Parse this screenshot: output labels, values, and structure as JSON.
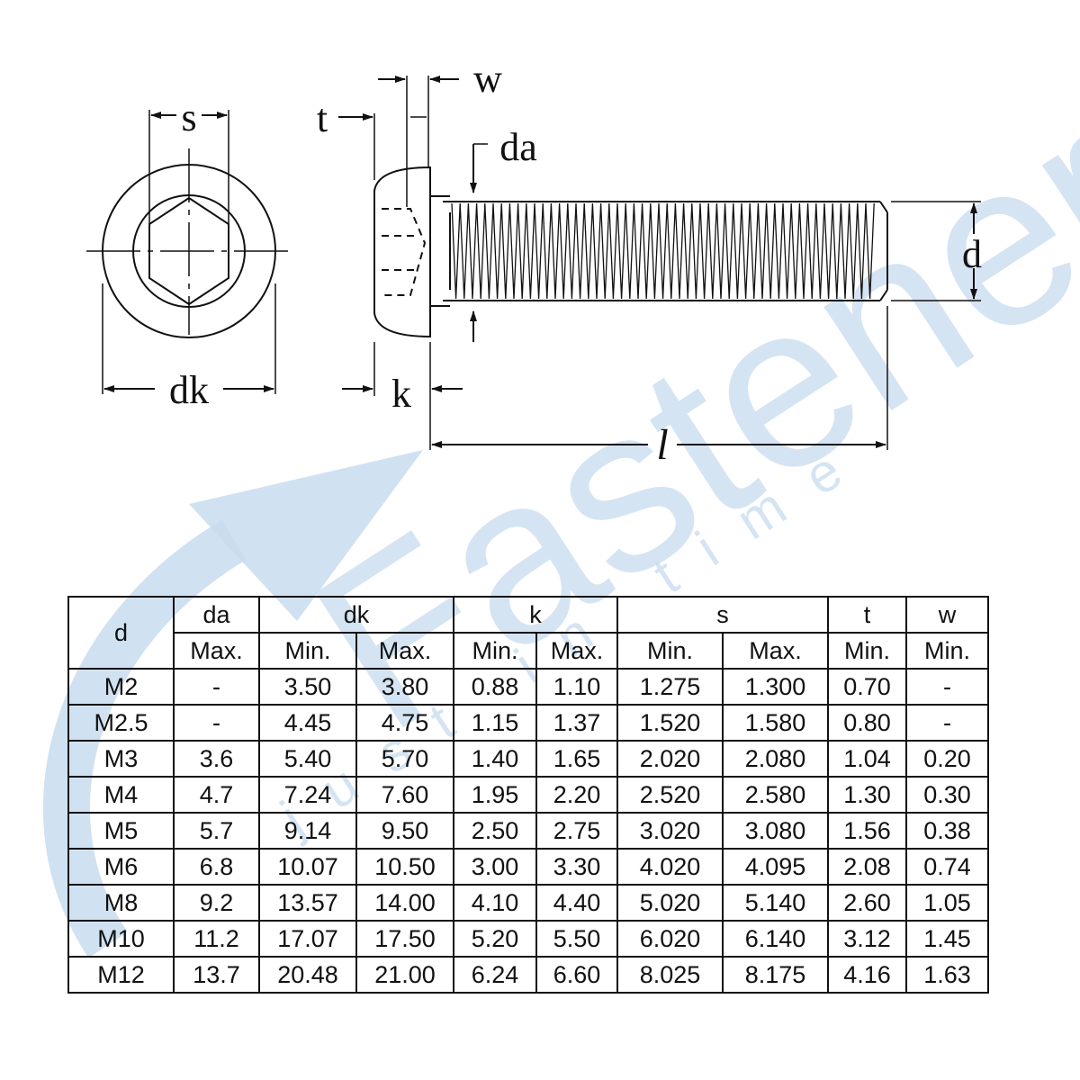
{
  "diagram": {
    "labels": {
      "s": "s",
      "dk": "dk",
      "t": "t",
      "w": "w",
      "da": "da",
      "k": "k",
      "d": "d",
      "l": "l"
    }
  },
  "watermark": {
    "brand": "Fastener",
    "tagline": "just in time",
    "color": "#bcd4ea"
  },
  "table": {
    "row_header": "d",
    "groups": [
      {
        "name": "da",
        "subs": [
          "Max."
        ]
      },
      {
        "name": "dk",
        "subs": [
          "Min.",
          "Max."
        ]
      },
      {
        "name": "k",
        "subs": [
          "Min.",
          "Max."
        ]
      },
      {
        "name": "s",
        "subs": [
          "Min.",
          "Max."
        ]
      },
      {
        "name": "t",
        "subs": [
          "Min."
        ]
      },
      {
        "name": "w",
        "subs": [
          "Min."
        ]
      }
    ],
    "rows": [
      [
        "M2",
        "-",
        "3.50",
        "3.80",
        "0.88",
        "1.10",
        "1.275",
        "1.300",
        "0.70",
        "-"
      ],
      [
        "M2.5",
        "-",
        "4.45",
        "4.75",
        "1.15",
        "1.37",
        "1.520",
        "1.580",
        "0.80",
        "-"
      ],
      [
        "M3",
        "3.6",
        "5.40",
        "5.70",
        "1.40",
        "1.65",
        "2.020",
        "2.080",
        "1.04",
        "0.20"
      ],
      [
        "M4",
        "4.7",
        "7.24",
        "7.60",
        "1.95",
        "2.20",
        "2.520",
        "2.580",
        "1.30",
        "0.30"
      ],
      [
        "M5",
        "5.7",
        "9.14",
        "9.50",
        "2.50",
        "2.75",
        "3.020",
        "3.080",
        "1.56",
        "0.38"
      ],
      [
        "M6",
        "6.8",
        "10.07",
        "10.50",
        "3.00",
        "3.30",
        "4.020",
        "4.095",
        "2.08",
        "0.74"
      ],
      [
        "M8",
        "9.2",
        "13.57",
        "14.00",
        "4.10",
        "4.40",
        "5.020",
        "5.140",
        "2.60",
        "1.05"
      ],
      [
        "M10",
        "11.2",
        "17.07",
        "17.50",
        "5.20",
        "5.50",
        "6.020",
        "6.140",
        "3.12",
        "1.45"
      ],
      [
        "M12",
        "13.7",
        "20.48",
        "21.00",
        "6.24",
        "6.60",
        "8.025",
        "8.175",
        "4.16",
        "1.63"
      ]
    ]
  }
}
